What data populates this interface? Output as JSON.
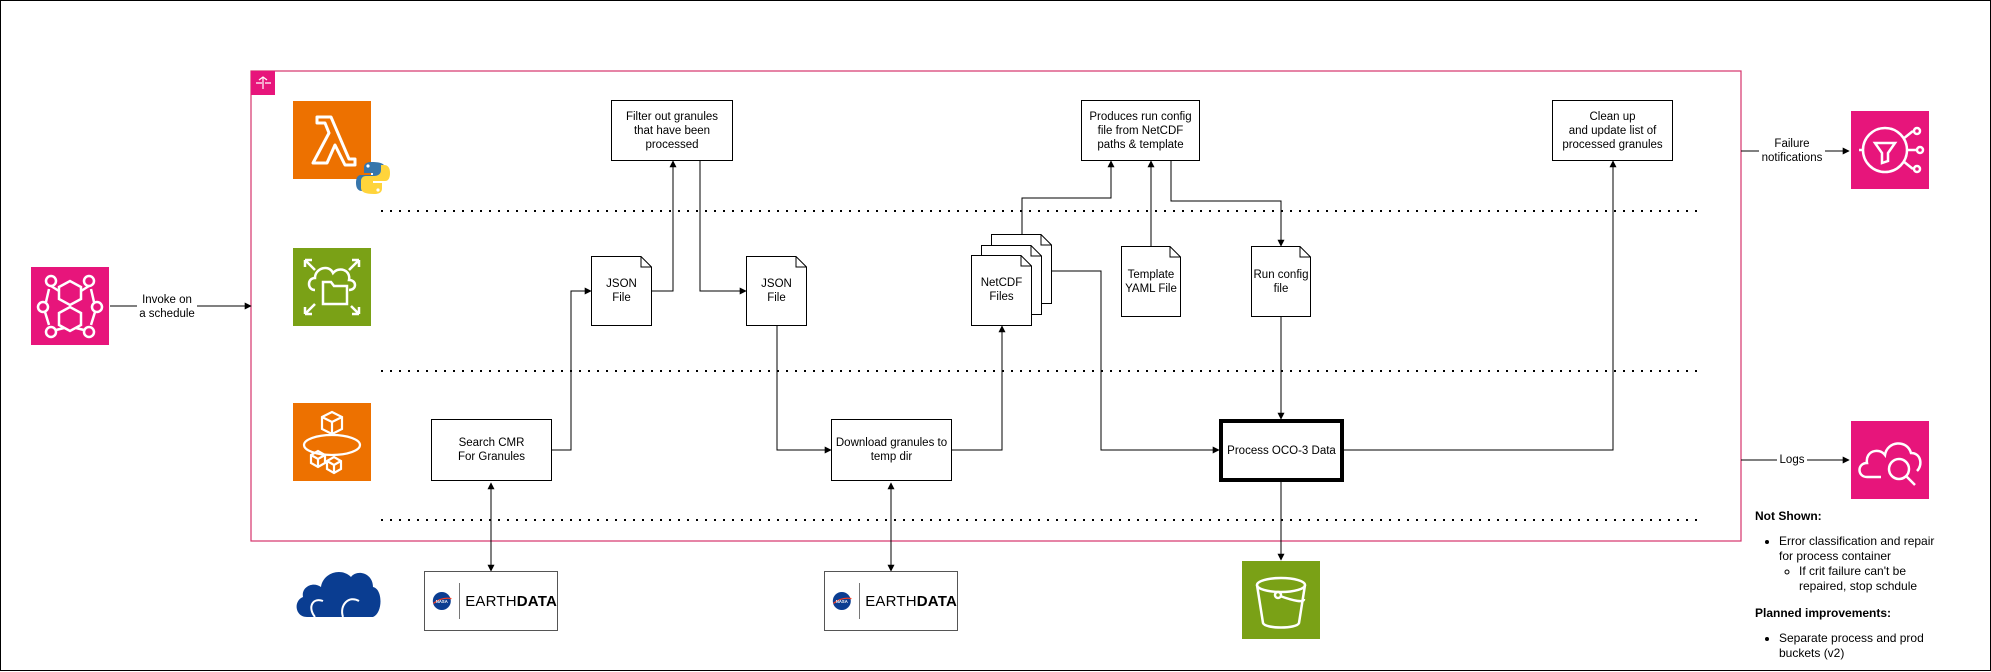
{
  "invoke_label": [
    "Invoke on",
    "a schedule"
  ],
  "failure_label": [
    "Failure",
    "notifications"
  ],
  "logs_label": "Logs",
  "steps": {
    "search": [
      "Search CMR",
      "For Granules"
    ],
    "filter": [
      "Filter out granules",
      "that have been",
      "processed"
    ],
    "download": [
      "Download granules to",
      "temp dir"
    ],
    "produce": [
      "Produces run config",
      "file from NetCDF",
      "paths & template"
    ],
    "process": "Process OCO-3 Data",
    "cleanup": [
      "Clean up",
      "and update list of",
      "processed granules"
    ]
  },
  "documents": {
    "json1": [
      "JSON",
      "File"
    ],
    "json2": [
      "JSON",
      "File"
    ],
    "netcdf": [
      "NetCDF",
      "Files"
    ],
    "template": [
      "Template",
      "YAML File"
    ],
    "runconfig": [
      "Run config",
      "file"
    ]
  },
  "earthdata": {
    "prefix": "EARTH",
    "bold": "DATA",
    "badge": "NASA"
  },
  "notes": {
    "not_shown_title": "Not Shown:",
    "not_shown_item": [
      "Error classification and repair",
      "for process container"
    ],
    "not_shown_sub": [
      "If crit failure can't be",
      "repaired, stop schdule"
    ],
    "planned_title": "Planned improvements:",
    "planned_item": [
      "Separate process and prod",
      "buckets (v2)"
    ]
  },
  "colors": {
    "lambda": "#ED7100",
    "eventbridge": "#E7157B",
    "sns": "#E7157B",
    "cloudwatch": "#E7157B",
    "storage": "#7AA116",
    "s3": "#7AA116",
    "container": "#ED7100",
    "group_border": "#D6336C",
    "cloud": "#0A3D91"
  },
  "icons": [
    "eventbridge-icon",
    "lambda-icon",
    "python-icon",
    "storage-gateway-icon",
    "ecs-icon",
    "sns-icon",
    "cloudwatch-icon",
    "s3-bucket-icon",
    "cloud-icon",
    "earthdata-logo"
  ]
}
